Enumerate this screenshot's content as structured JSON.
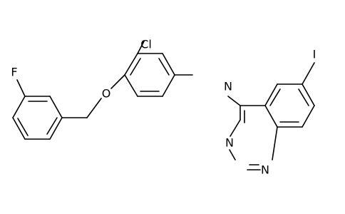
{
  "molecule": {
    "atom_labels": {
      "fluorine": "F",
      "oxygen": "O",
      "chlorine": "Cl",
      "amine_nitrogen": "N",
      "ring_nitrogen_3": "N",
      "ring_nitrogen_1": "N",
      "iodine": "I"
    },
    "colors": {
      "bond": "#000000",
      "text": "#000000",
      "background": "#ffffff"
    }
  }
}
